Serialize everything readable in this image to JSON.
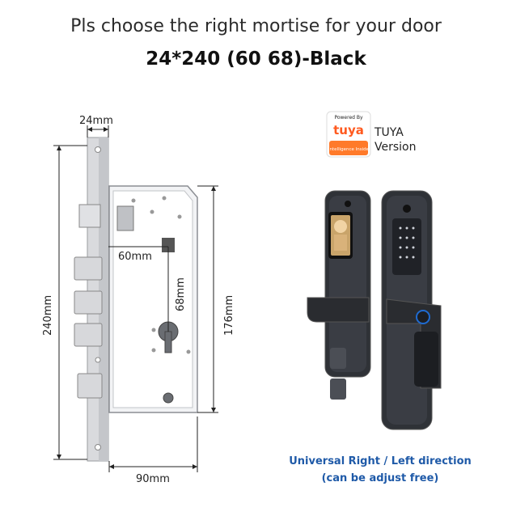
{
  "headline": "Pls choose the right mortise for your door",
  "subheadline": "24*240 (60 68)-Black",
  "dimensions": {
    "faceplate_width": "24mm",
    "total_height": "240mm",
    "hole_spacing_horizontal": "60mm",
    "hole_spacing_vertical": "68mm",
    "body_height": "176mm",
    "body_width": "90mm"
  },
  "badge": {
    "powered_by": "Powered By",
    "brand": "tuya",
    "subtitle": "Intelligence Inside",
    "label_line1": "TUYA",
    "label_line2": "Version"
  },
  "captions": {
    "line1": "Universal Right / Left direction",
    "line2": "(can be adjust free)"
  },
  "colors": {
    "accent_blue": "#1f5aa8",
    "tuya_orange": "#ff5a1f",
    "lock_body": "#3a3d44"
  }
}
